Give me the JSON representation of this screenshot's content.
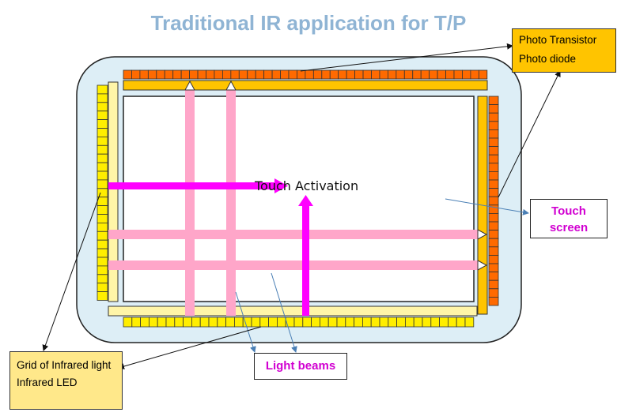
{
  "diagram": {
    "title": "Traditional IR application for T/P",
    "touch_activation_label": "Touch Activation",
    "callouts": {
      "photo_transistor": "Photo Transistor",
      "photo_diode": "Photo diode",
      "touch_screen": "Touch screen",
      "light_beams": "Light beams",
      "grid_infrared": "Grid of Infrared light",
      "infrared_led": "Infrared LED"
    },
    "colors": {
      "title": "#8fb4d4",
      "frame_fill": "#ddeef6",
      "led_cell": "#ffee00",
      "sensor_cell": "#ff6a00",
      "led_strip_pale": "#fff5a8",
      "sensor_strip_pale": "#ffc400",
      "light_beam": "#ffa6c9",
      "touch_beam": "#ff00ff",
      "callout_text": "#d100d1"
    }
  }
}
